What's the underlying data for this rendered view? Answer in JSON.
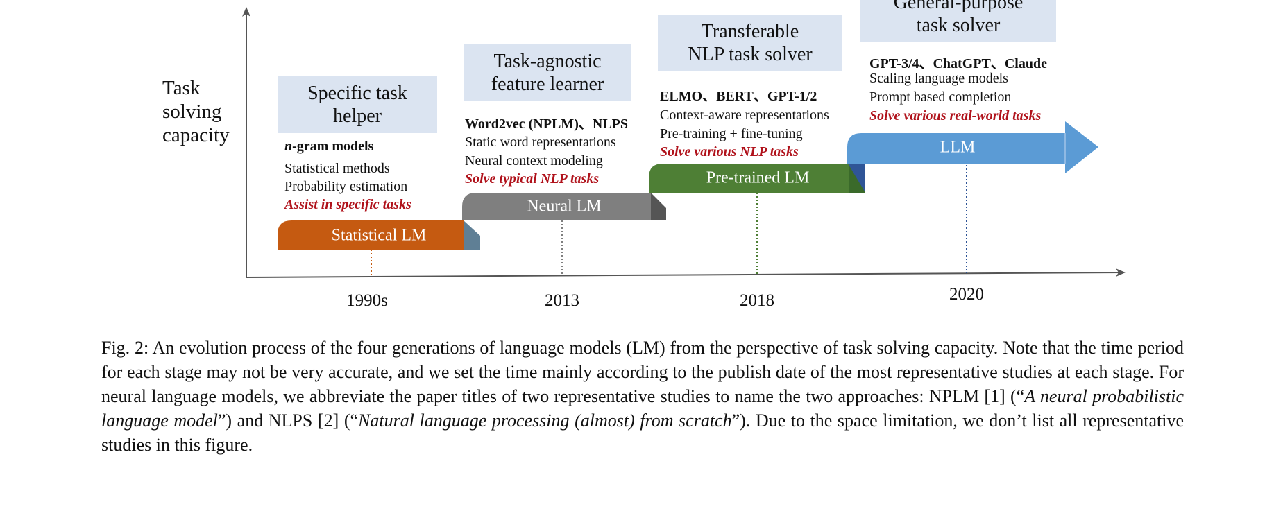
{
  "diagram": {
    "y_axis_label": [
      "Task",
      "solving",
      "capacity"
    ],
    "colors": {
      "statistical": "#c55a11",
      "neural": "#7f7f7f",
      "pretrained": "#4e7f35",
      "llm": "#5b9bd5",
      "title_box": "#dbe4f1",
      "goal_text": "#b0121b"
    },
    "stages": [
      {
        "key": "statistical",
        "period": "1990s",
        "bar_label": "Statistical LM",
        "title_lines": [
          "Specific task",
          "helper"
        ],
        "models_prefix": "n",
        "models": "-gram models",
        "features": [
          "Statistical methods",
          "Probability estimation"
        ],
        "goal": "Assist in specific tasks"
      },
      {
        "key": "neural",
        "period": "2013",
        "bar_label": "Neural LM",
        "title_lines": [
          "Task-agnostic",
          "feature learner"
        ],
        "models": "Word2vec (NPLM)、NLPS",
        "features": [
          "Static word representations",
          "Neural context modeling"
        ],
        "goal": "Solve typical NLP tasks"
      },
      {
        "key": "pretrained",
        "period": "2018",
        "bar_label": "Pre-trained LM",
        "title_lines": [
          "Transferable",
          "NLP task solver"
        ],
        "models": "ELMO、BERT、GPT-1/2",
        "features": [
          "Context-aware representations",
          "Pre-training + fine-tuning"
        ],
        "goal": "Solve various NLP tasks"
      },
      {
        "key": "llm",
        "period": "2020",
        "bar_label": "LLM",
        "title_lines": [
          "General-purpose",
          "task solver"
        ],
        "models": "GPT-3/4、ChatGPT、Claude",
        "features": [
          "Scaling language models",
          "Prompt based completion"
        ],
        "goal": "Solve various real-world tasks"
      }
    ]
  },
  "caption": {
    "lead": "Fig. 2: An evolution process of the four generations of language models (LM) from the perspective of task solving capacity. Note that the time period for each stage may not be very accurate, and we set the time mainly according to the publish date of the most representative studies at each stage. For neural language models, we abbreviate the paper titles of two representative studies to name the two approaches: NPLM [1] (“",
    "title1": "A neural probabilistic language model",
    "mid": "”) and NLPS [2] (“",
    "title2": "Natural language processing (almost) from scratch",
    "tail": "”). Due to the space limitation, we don’t list all representative studies in this figure."
  }
}
